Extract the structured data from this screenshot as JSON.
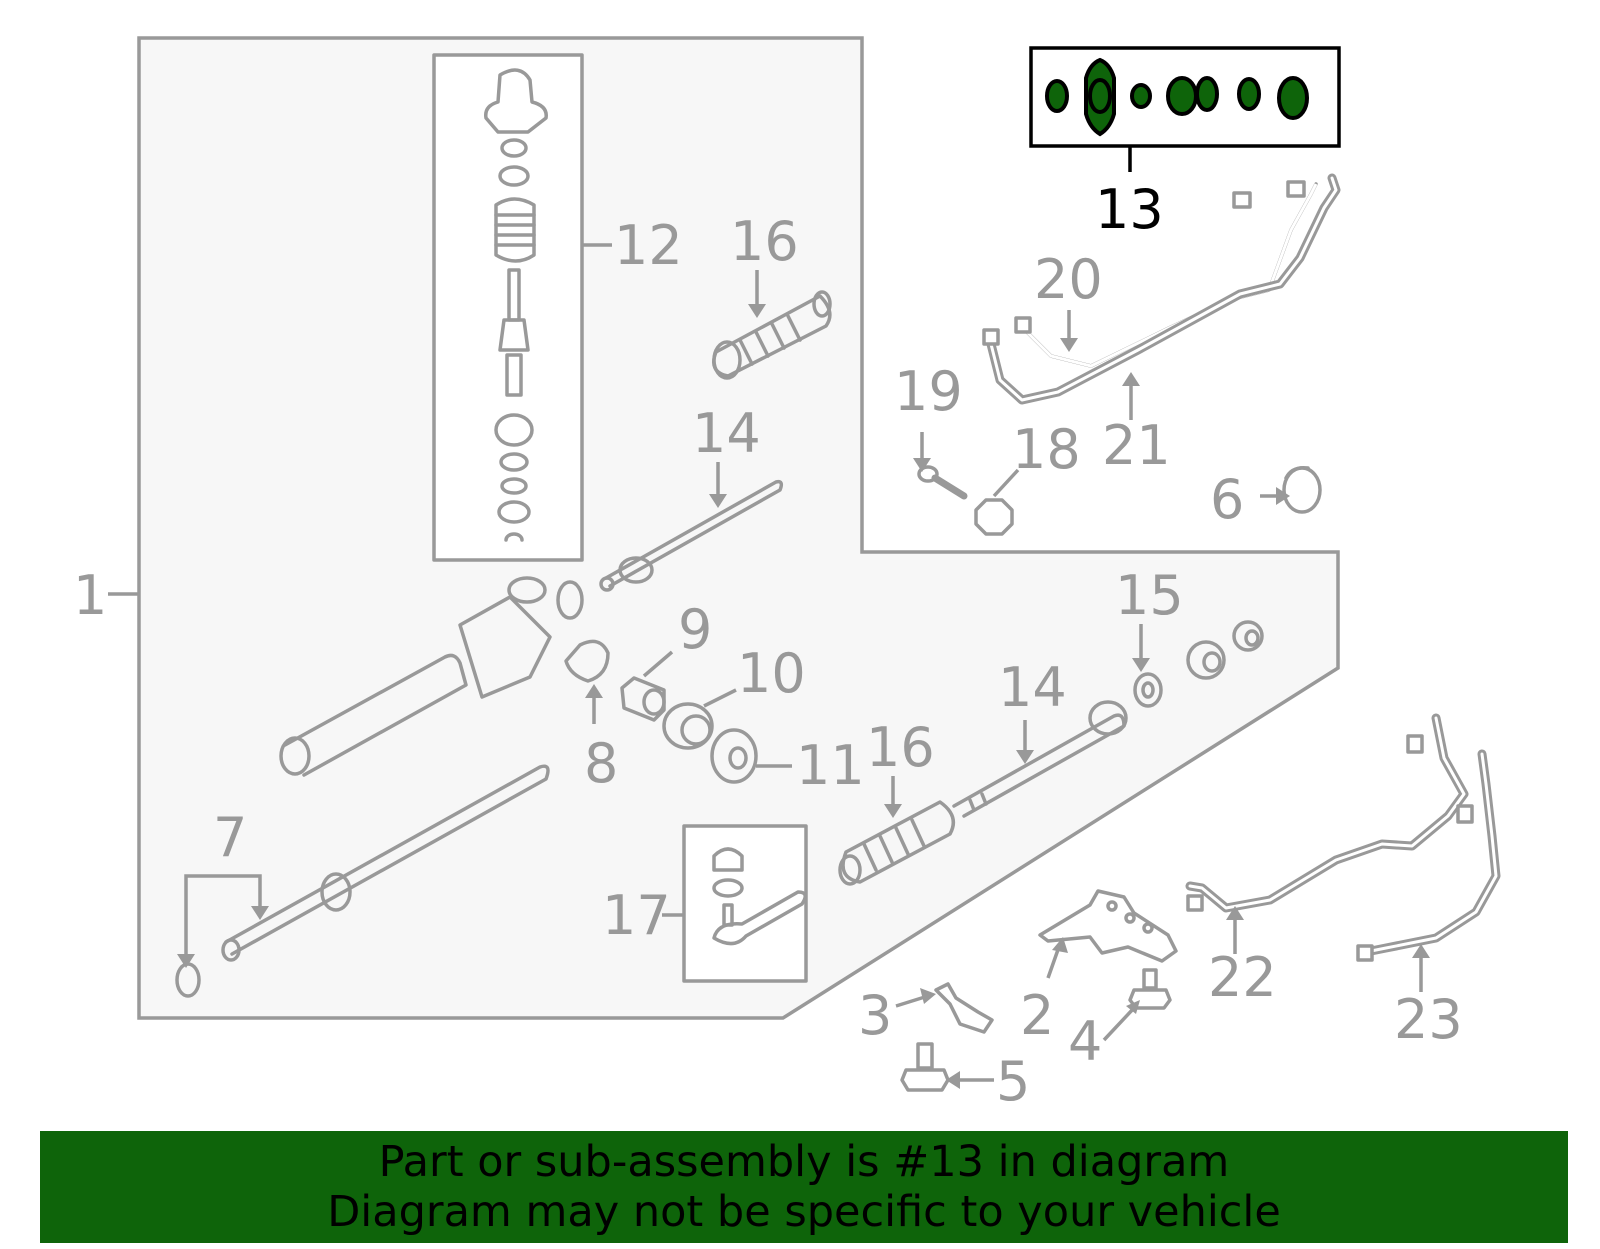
{
  "labels": {
    "n1": "1",
    "n2": "2",
    "n3": "3",
    "n4": "4",
    "n5": "5",
    "n6": "6",
    "n7": "7",
    "n8": "8",
    "n9": "9",
    "n10": "10",
    "n11": "11",
    "n12": "12",
    "n13": "13",
    "n14a": "14",
    "n14b": "14",
    "n15": "15",
    "n16a": "16",
    "n16b": "16",
    "n17": "17",
    "n18": "18",
    "n19": "19",
    "n20": "20",
    "n21": "21",
    "n22": "22",
    "n23": "23"
  },
  "banner": {
    "line1": "Part or sub-assembly is #13 in diagram",
    "line2": "Diagram may not be specific to your vehicle"
  },
  "colors": {
    "highlight": "#0e640a",
    "line": "#999999",
    "panel": "#f7f7f7"
  }
}
